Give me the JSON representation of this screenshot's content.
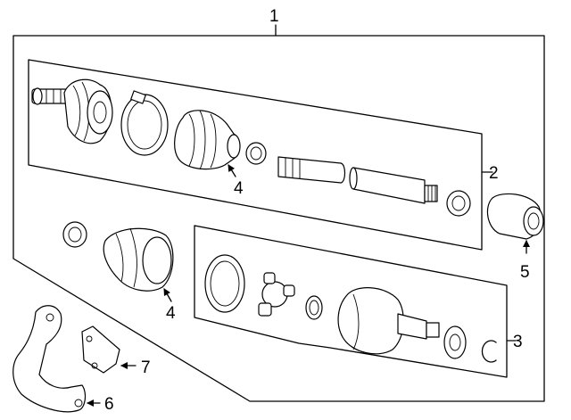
{
  "diagram": {
    "callouts": [
      "1",
      "2",
      "3",
      "4",
      "4",
      "5",
      "6",
      "7"
    ]
  }
}
